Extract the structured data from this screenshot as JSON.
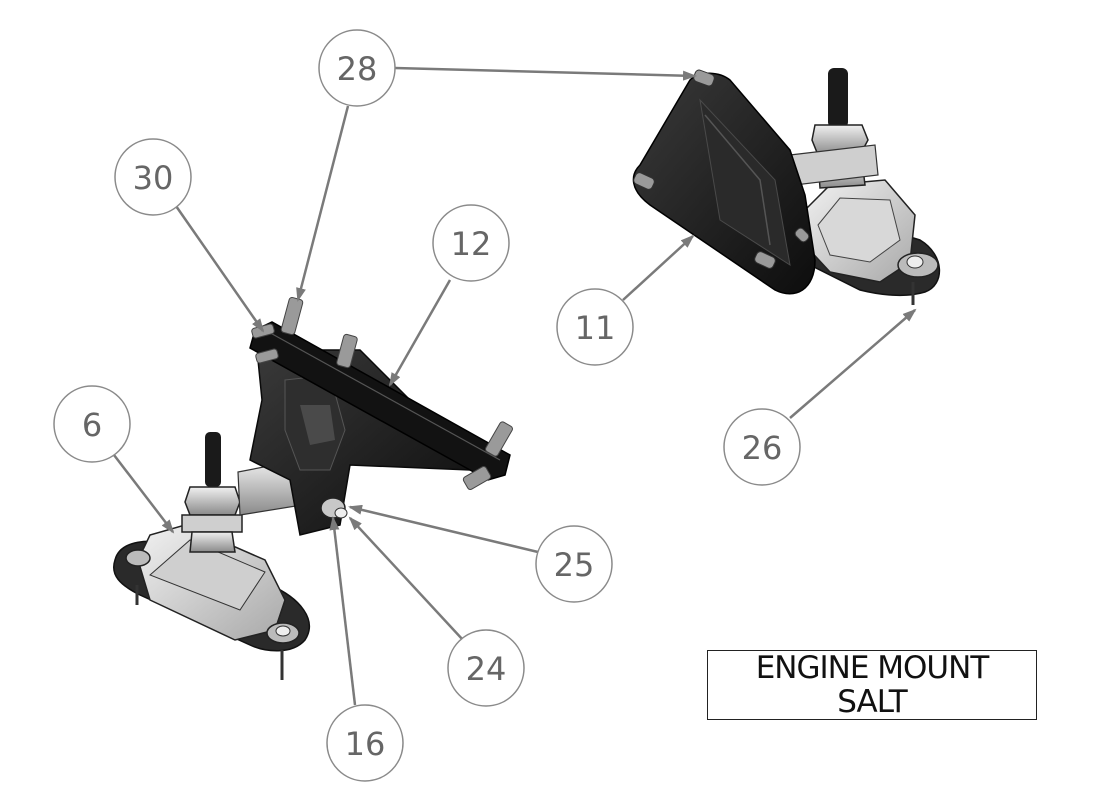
{
  "title_block": {
    "line1": "ENGINE MOUNT",
    "line2": "SALT"
  },
  "callouts": [
    {
      "id": "28",
      "label": "28"
    },
    {
      "id": "30",
      "label": "30"
    },
    {
      "id": "12",
      "label": "12"
    },
    {
      "id": "11",
      "label": "11"
    },
    {
      "id": "26",
      "label": "26"
    },
    {
      "id": "6",
      "label": "6"
    },
    {
      "id": "25",
      "label": "25"
    },
    {
      "id": "24",
      "label": "24"
    },
    {
      "id": "16",
      "label": "16"
    }
  ],
  "colors": {
    "leader": "#7a7a7a",
    "circle": "#8a8a8a",
    "part_dark": "#1c1c1c",
    "rubber": "#d9d9d9"
  }
}
